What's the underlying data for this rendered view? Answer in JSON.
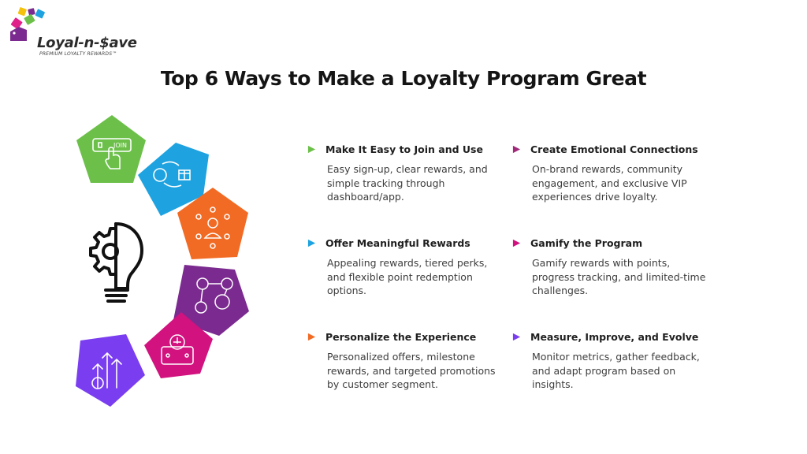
{
  "brand": {
    "name": "Loyal-n-$ave",
    "tagline": "PREMIUM LOYALTY REWARDS™"
  },
  "page": {
    "title": "Top 6 Ways to Make a Loyalty Program Great"
  },
  "colors": {
    "green": "#6cc04a",
    "blue": "#1ea3e0",
    "orange": "#f26b24",
    "purple": "#7b2a8f",
    "magenta": "#d1127f",
    "violet": "#7a3df0"
  },
  "graphic_icons": [
    "join-button-icon",
    "gift-exchange-icon",
    "customer-network-icon",
    "emotion-faces-icon",
    "game-dashboard-icon",
    "growth-arrows-icon",
    "gear-bulb-icon"
  ],
  "items": [
    {
      "title": "Make It Easy to Join and Use",
      "desc": "Easy sign-up, clear rewards, and simple tracking through dashboard/app.",
      "color": "#6cc04a"
    },
    {
      "title": "Create Emotional Connections",
      "desc": "On-brand rewards, community engagement, and exclusive VIP experiences drive loyalty.",
      "color": "#a0297a"
    },
    {
      "title": "Offer Meaningful Rewards",
      "desc": "Appealing rewards, tiered perks, and flexible point redemption options.",
      "color": "#1ea3e0"
    },
    {
      "title": "Gamify the Program",
      "desc": "Gamify rewards with points, progress tracking, and limited-time challenges.",
      "color": "#d1127f"
    },
    {
      "title": "Personalize the Experience",
      "desc": "Personalized offers, milestone rewards, and targeted promotions by customer segment.",
      "color": "#f26b24"
    },
    {
      "title": "Measure, Improve, and Evolve",
      "desc": "Monitor metrics, gather feedback, and adapt program based on insights.",
      "color": "#7a3df0"
    }
  ]
}
